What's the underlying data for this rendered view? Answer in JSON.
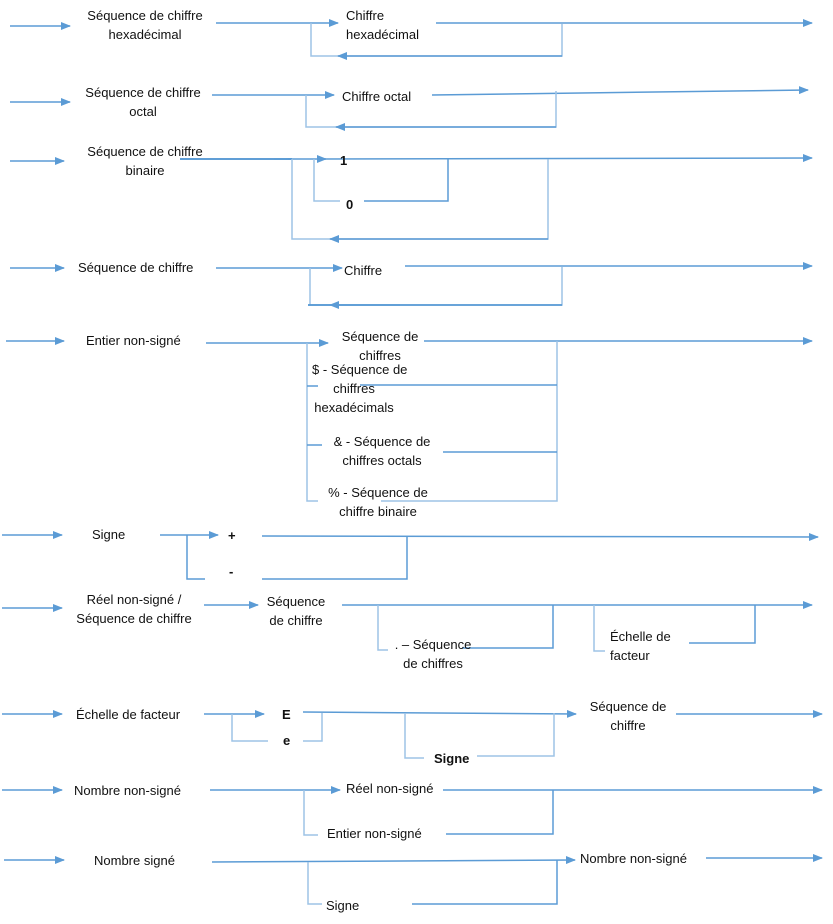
{
  "colors": {
    "line": "#5b9bd5",
    "text": "#111111",
    "background": "#ffffff"
  },
  "diagrams": {
    "hexa": {
      "title": [
        "Séquence de chiffre",
        "hexadécimal"
      ],
      "item": [
        "Chiffre",
        "hexadécimal"
      ]
    },
    "octal": {
      "title": [
        "Séquence de chiffre",
        "octal"
      ],
      "item": "Chiffre octal"
    },
    "binaire": {
      "title": [
        "Séquence de chiffre",
        "binaire"
      ],
      "one": "1",
      "zero": "0"
    },
    "chiffre": {
      "title": "Séquence de chiffre",
      "item": "Chiffre"
    },
    "entier": {
      "title": "Entier non-signé",
      "options": [
        [
          "Séquence de",
          "chiffres"
        ],
        [
          "$ - Séquence de",
          "chiffres",
          "hexadécimals"
        ],
        [
          "& - Séquence de",
          "chiffres octals"
        ],
        [
          "% - Séquence de",
          "chiffre binaire"
        ]
      ]
    },
    "signe": {
      "title": "Signe",
      "plus": "+",
      "minus": "-"
    },
    "reel": {
      "title": [
        "Réel non-signé /",
        "Séquence de chiffre"
      ],
      "seq": [
        "Séquence",
        "de chiffre"
      ],
      "frac": [
        ". – Séquence",
        "de chiffres"
      ],
      "echelle": [
        "Échelle de",
        "facteur"
      ]
    },
    "echelle": {
      "title": "Échelle de facteur",
      "E": "E",
      "e": "e",
      "signe": "Signe",
      "seq": [
        "Séquence de",
        "chiffre"
      ]
    },
    "nombre_ns": {
      "title": "Nombre non-signé",
      "reel": "Réel non-signé",
      "entier": "Entier non-signé"
    },
    "nombre_s": {
      "title": "Nombre signé",
      "signe": "Signe",
      "nombre": "Nombre non-signé"
    }
  }
}
